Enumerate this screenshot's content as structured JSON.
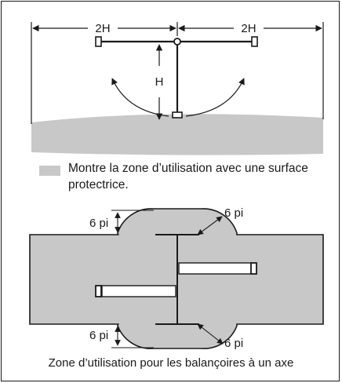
{
  "top_diagram": {
    "label_left_span": "2H",
    "label_right_span": "2H",
    "label_height": "H"
  },
  "legend": {
    "text": "Montre la zone d’utilisation avec une surface protectrice.",
    "swatch_color": "#c8c8c8"
  },
  "bottom_diagram": {
    "label_top_clearance": "6 pi",
    "label_top_corner": "6 pi",
    "label_bottom_clearance": "6 pi",
    "label_bottom_corner": "6 pi"
  },
  "caption": "Zone d’utilisation pour les balançoires à un axe",
  "colors": {
    "zone": "#c8c8c8",
    "line": "#1a1a1a"
  }
}
